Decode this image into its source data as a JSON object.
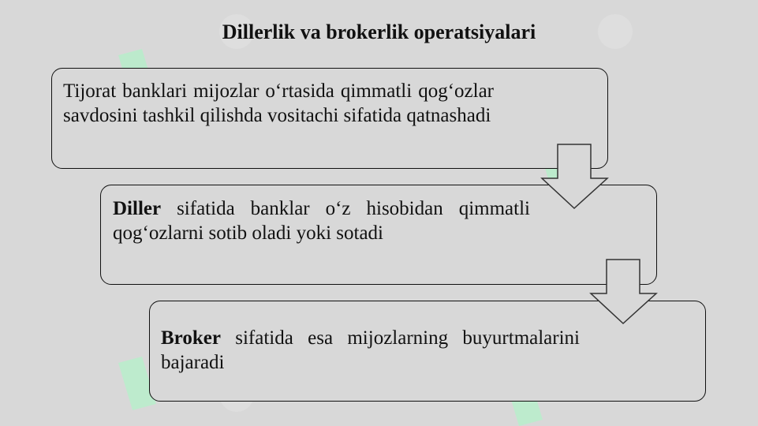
{
  "title": "Dillerlik va brokerlik operatsiyalari",
  "boxes": [
    {
      "lead": "",
      "text": "Tijorat banklari mijozlar o‘rtasida qimmatli qog‘ozlar savdosini tashkil qilishda vositachi sifatida qatnashadi"
    },
    {
      "lead": "Diller",
      "text": " sifatida banklar o‘z hisobidan qimmatli qog‘ozlarni sotib oladi yoki sotadi"
    },
    {
      "lead": "Broker",
      "text": " sifatida esa mijozlarning buyurtmalarini bajaradi"
    }
  ],
  "colors": {
    "background": "#d8d8d8",
    "border": "#111111",
    "watermark": "#b8eecb"
  }
}
